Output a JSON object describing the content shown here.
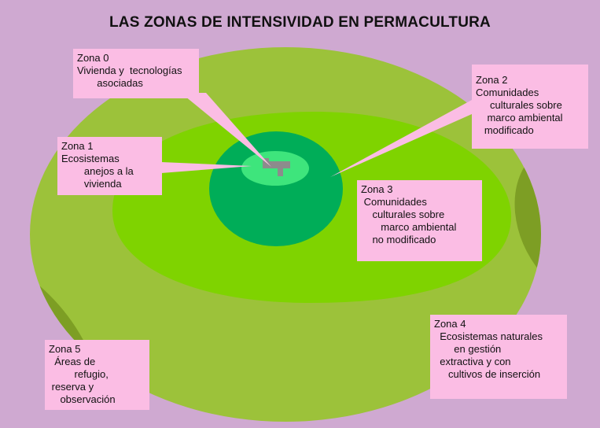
{
  "title": "LAS ZONAS DE INTENSIVIDAD EN PERMACULTURA",
  "colors": {
    "background": "#cfa9d1",
    "zone_outer": "#9cc23a",
    "zone_outer_dark": "#7d9e24",
    "zone_3": "#7fd300",
    "zone_2": "#00ad58",
    "zone_1": "#3ee57c",
    "house": "#8c8c8c",
    "label_box": "#fbbde4"
  },
  "zones": [
    {
      "id": "zona-0",
      "title": "Zona 0",
      "lines": [
        "Vivienda y  tecnologías",
        "       asociadas"
      ]
    },
    {
      "id": "zona-1",
      "title": "Zona 1",
      "lines": [
        "Ecosistemas",
        "        anejos a la",
        "        vivienda"
      ]
    },
    {
      "id": "zona-2",
      "title": "Zona 2",
      "lines": [
        "Comunidades",
        "     culturales sobre",
        "    marco ambiental",
        "   modificado"
      ]
    },
    {
      "id": "zona-3",
      "title": "Zona 3",
      "lines": [
        " Comunidades",
        "    culturales sobre",
        "       marco ambiental",
        "    no modificado"
      ]
    },
    {
      "id": "zona-4",
      "title": "Zona 4",
      "lines": [
        "  Ecosistemas naturales",
        "       en gestión",
        "  extractiva y con",
        "     cultivos de inserción"
      ]
    },
    {
      "id": "zona-5",
      "title": "Zona 5",
      "lines": [
        "  Áreas de",
        "         refugio,",
        " reserva y",
        "    observación"
      ]
    }
  ]
}
